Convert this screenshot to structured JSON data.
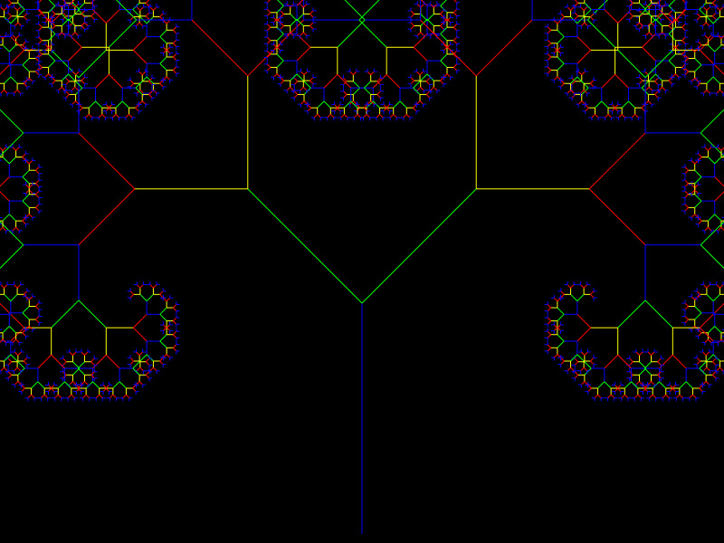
{
  "scene": {
    "subject": "fractal-tree",
    "background_color": "#000000",
    "branch_colors": [
      "#0000ff",
      "#00ff00",
      "#ffff00",
      "#ff0000",
      "#0000ff",
      "#00ff00",
      "#ffff00",
      "#ff0000",
      "#0000ff",
      "#00ff00",
      "#ffff00",
      "#ff0000",
      "#0000ff"
    ],
    "recursion_depth": 13,
    "branch_angle_degrees": 45,
    "child_length_ratio": 0.7,
    "symmetry": "bilateral"
  }
}
